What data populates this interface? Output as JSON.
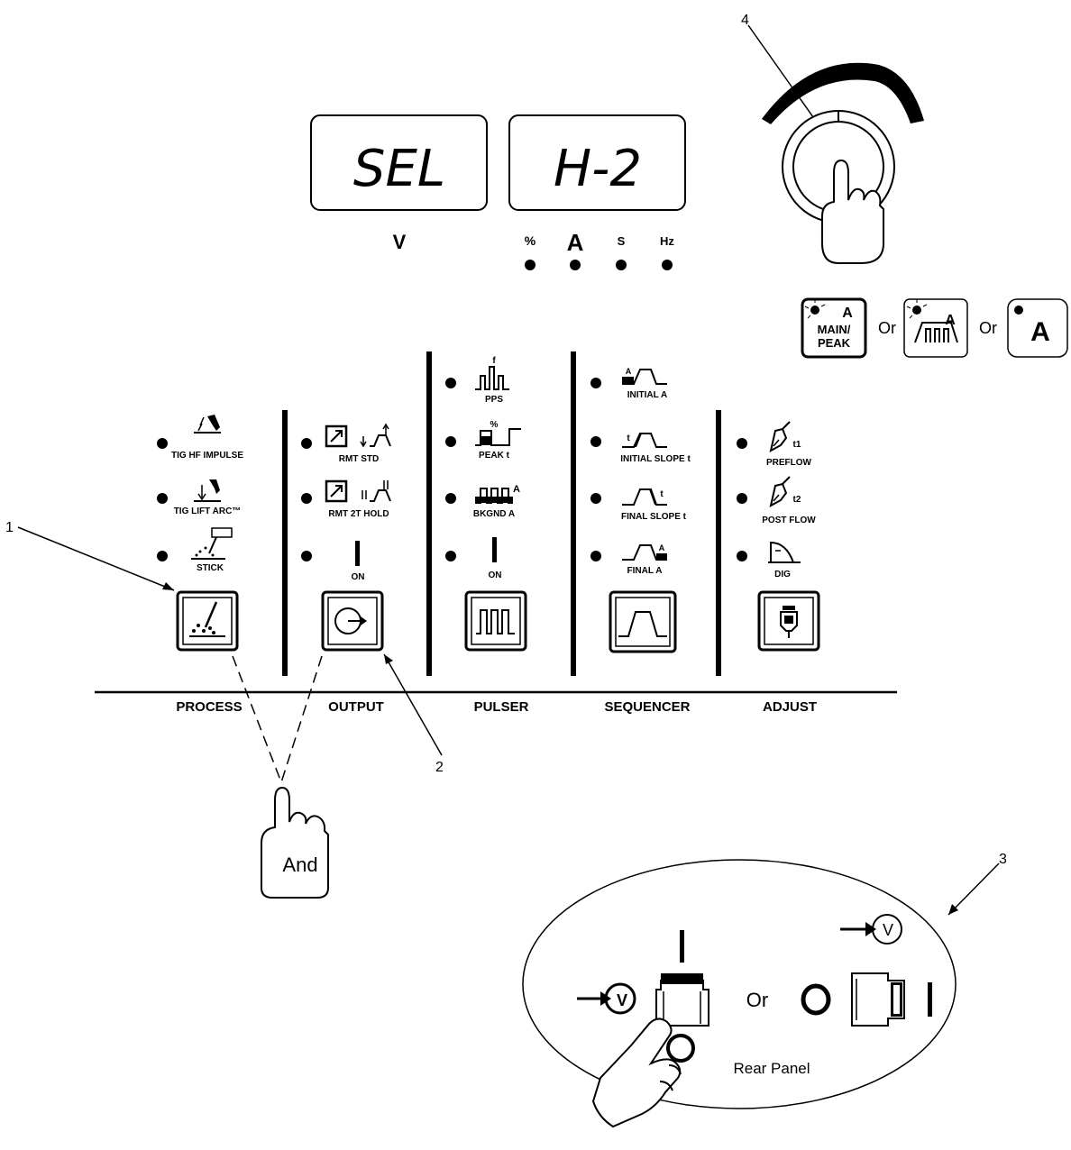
{
  "display": {
    "left": "SEL",
    "right": "H-2"
  },
  "units": {
    "volts": "V",
    "percent": "%",
    "amps": "A",
    "seconds": "S",
    "hertz": "Hz"
  },
  "callouts": {
    "c1": "1",
    "c2": "2",
    "c3": "3",
    "c4": "4"
  },
  "amp_options": {
    "main_peak": "MAIN/\nPEAK",
    "main_line1": "MAIN/",
    "main_line2": "PEAK",
    "a_letter": "A",
    "or": "Or"
  },
  "process": {
    "title": "PROCESS",
    "items": [
      "TIG HF IMPULSE",
      "TIG LIFT ARC™",
      "STICK"
    ]
  },
  "output": {
    "title": "OUTPUT",
    "items": [
      "RMT STD",
      "RMT 2T HOLD",
      "ON"
    ]
  },
  "pulser": {
    "title": "PULSER",
    "items": [
      "PPS",
      "PEAK t",
      "BKGND A",
      "ON"
    ],
    "icon_letters": {
      "pps": "f",
      "peak": "%",
      "bkgnd": "A"
    }
  },
  "sequencer": {
    "title": "SEQUENCER",
    "items": [
      "INITIAL A",
      "INITIAL SLOPE t",
      "FINAL SLOPE t",
      "FINAL A"
    ],
    "icon_letters": {
      "initial_a": "A",
      "initial_slope": "t",
      "final_slope": "t",
      "final_a": "A"
    }
  },
  "adjust": {
    "title": "ADJUST",
    "items": [
      "PREFLOW",
      "POST FLOW",
      "DIG"
    ],
    "icon_letters": {
      "preflow": "t1",
      "postflow": "t2"
    }
  },
  "hand_label": "And",
  "rear": {
    "or": "Or",
    "title": "Rear Panel",
    "v1": "V",
    "v2": "V"
  }
}
